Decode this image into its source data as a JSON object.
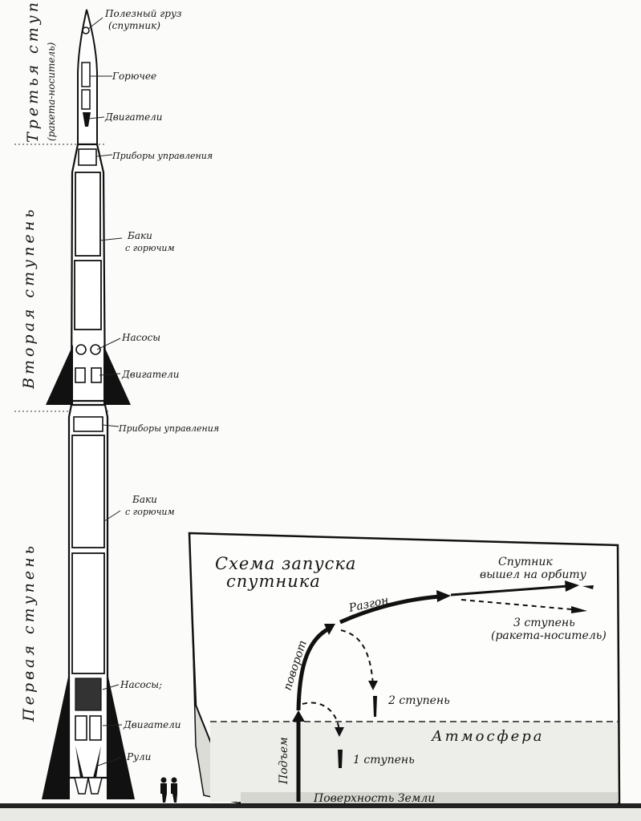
{
  "stages": {
    "third": "Третья ступень",
    "third_sub": "(ракета-носитель)",
    "second": "Вторая ступень",
    "first": "Первая ступень"
  },
  "labels": {
    "payload_line1": "Полезный груз",
    "payload_line2": "(спутник)",
    "fuel": "Горючее",
    "engines_3": "Двигатели",
    "controls_2": "Приборы управления",
    "tanks_2_line1": "Баки",
    "tanks_2_line2": "с горючим",
    "pumps_2": "Насосы",
    "engines_2": "Двигатели",
    "controls_1": "Приборы управления",
    "tanks_1_line1": "Баки",
    "tanks_1_line2": "с горючим",
    "pumps_1": "Насосы;",
    "engines_1": "Двигатели",
    "rudders": "Рули"
  },
  "scheme": {
    "title_line1": "Схема запуска",
    "title_line2": "спутника",
    "orbit_line1": "Спутник",
    "orbit_line2": "вышел на орбиту",
    "acceleration": "Разгон",
    "turn": "поворот",
    "stage3_line1": "3 ступень",
    "stage3_line2": "(ракета-носитель)",
    "stage2": "2 ступень",
    "atmosphere": "Атмосфера",
    "ascent": "Подъем",
    "stage1": "1 ступень",
    "ground": "Поверхность Земли"
  }
}
